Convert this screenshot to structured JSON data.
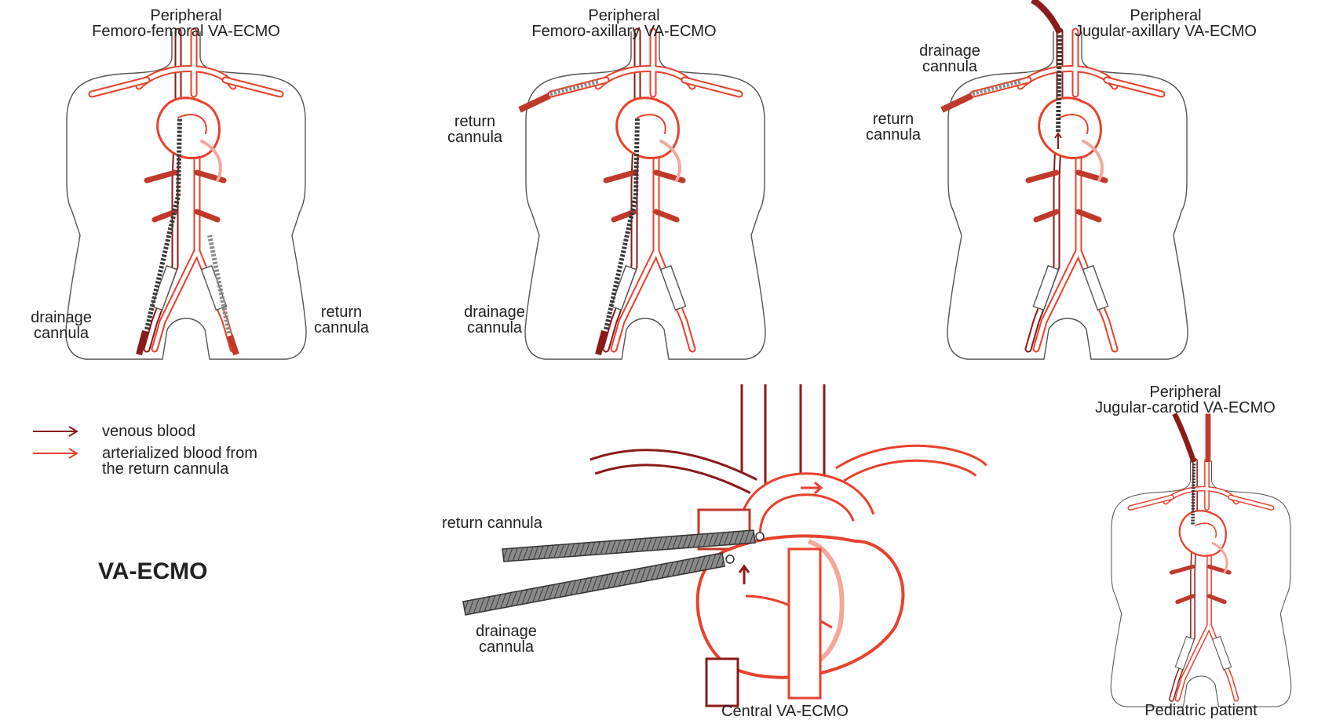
{
  "panels": {
    "femoro_femoral": {
      "title_line1": "Peripheral",
      "title_line2": "Femoro-femoral VA-ECMO",
      "drainage_line1": "drainage",
      "drainage_line2": "cannula",
      "return_line1": "return",
      "return_line2": "cannula"
    },
    "femoro_axillary": {
      "title_line1": "Peripheral",
      "title_line2": "Femoro-axillary VA-ECMO",
      "return_line1": "return",
      "return_line2": "cannula",
      "drainage_line1": "drainage",
      "drainage_line2": "cannula"
    },
    "jugular_axillary": {
      "title_line1": "Peripheral",
      "title_line2": "Jugular-axillary VA-ECMO",
      "drainage_line1": "drainage",
      "drainage_line2": "cannula",
      "return_line1": "return",
      "return_line2": "cannula"
    },
    "central": {
      "caption": "Central VA-ECMO",
      "return_label": "return cannula",
      "drainage_line1": "drainage",
      "drainage_line2": "cannula"
    },
    "pediatric": {
      "title_line1": "Peripheral",
      "title_line2": "Jugular-carotid VA-ECMO",
      "caption": "Pediatric patient"
    }
  },
  "legend": {
    "venous": "venous blood",
    "arterial_line1": "arterialized blood from",
    "arterial_line2": "the return cannula"
  },
  "main_label": "VA-ECMO",
  "colors": {
    "venous": "#8b1a1a",
    "arterial": "#e8412c",
    "outline": "#555555",
    "cannula": "#6e6e6e"
  }
}
